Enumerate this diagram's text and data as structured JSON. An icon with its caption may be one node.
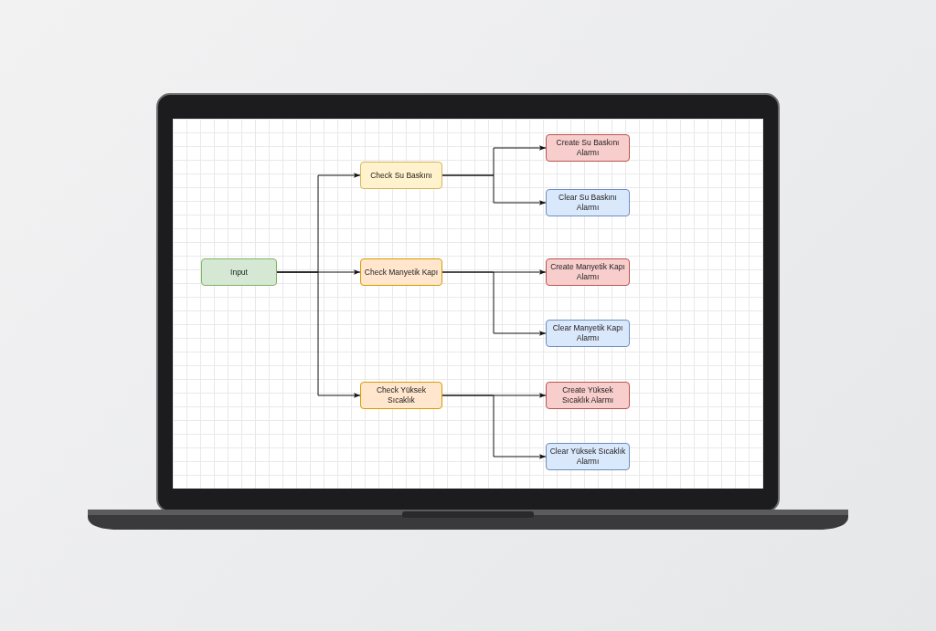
{
  "diagram": {
    "nodes": [
      {
        "text": [
          "Input"
        ]
      },
      {
        "text": [
          "Check Su Baskını"
        ]
      },
      {
        "text": [
          "Check Manyetik Kapı"
        ]
      },
      {
        "text": [
          "Check Yüksek Sıcaklık"
        ]
      },
      {
        "text": [
          "Create Su Baskını Alarmı"
        ]
      },
      {
        "text": [
          "Clear Su Baskını Alarmı"
        ]
      },
      {
        "text": [
          "Create Manyetik Kapı Alarmı"
        ]
      },
      {
        "text": [
          "Clear Manyetik Kapı Alarmı"
        ]
      },
      {
        "text": [
          "Create Yüksek Sıcaklık Alarmı"
        ]
      },
      {
        "text": [
          "Clear Yüksek Sıcaklık Alarmı"
        ]
      }
    ],
    "edges": [
      {
        "from": 0,
        "to": 1,
        "arrow": "to"
      },
      {
        "from": 0,
        "to": 2,
        "arrow": "to"
      },
      {
        "from": 0,
        "to": 3,
        "arrow": "to"
      },
      {
        "from": 1,
        "to": 4,
        "arrow": "to"
      },
      {
        "from": 1,
        "to": 5,
        "arrow": "to"
      },
      {
        "from": 2,
        "to": 6,
        "arrow": "to"
      },
      {
        "from": 2,
        "to": 7,
        "arrow": "to"
      },
      {
        "from": 3,
        "to": 8,
        "arrow": "to"
      },
      {
        "from": 3,
        "to": 9,
        "arrow": "to"
      }
    ]
  }
}
